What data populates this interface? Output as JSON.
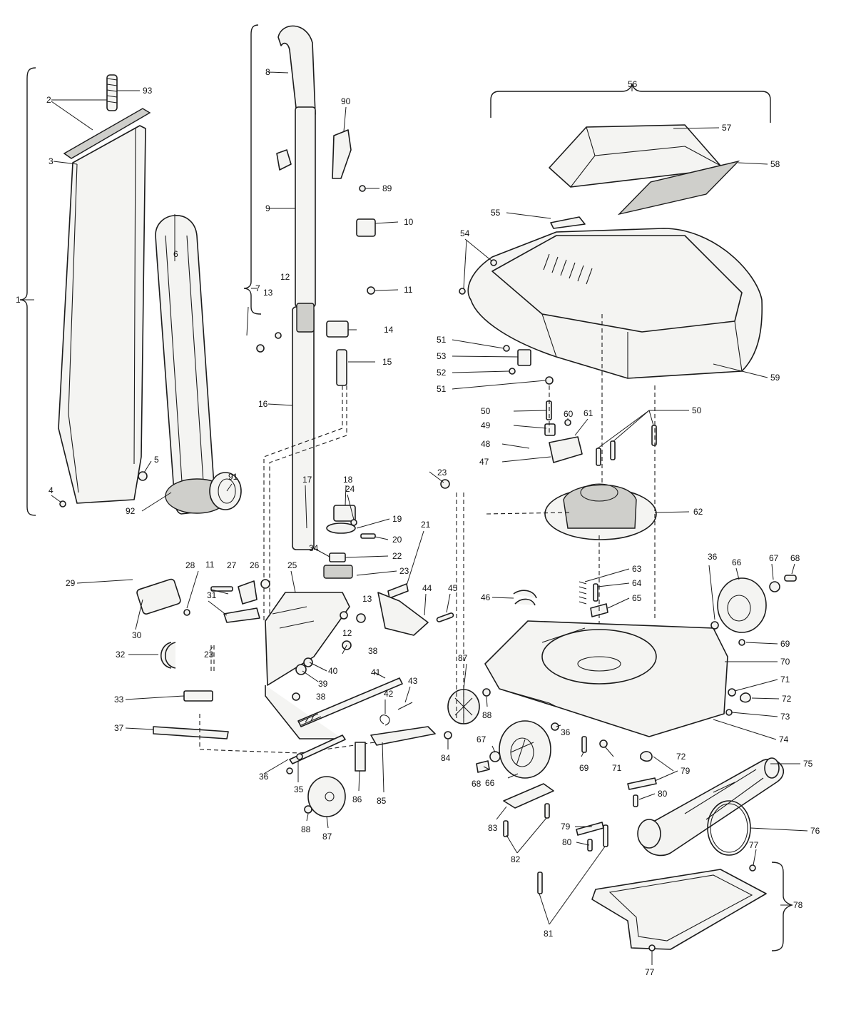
{
  "colors": {
    "line": "#1b1b1b",
    "part_fill": "#f4f4f2",
    "shade": "#cfcfcb",
    "background": "#ffffff"
  },
  "callouts": [
    {
      "id": "c1",
      "label": "1"
    },
    {
      "id": "c2",
      "label": "2"
    },
    {
      "id": "c3",
      "label": "3"
    },
    {
      "id": "c4",
      "label": "4"
    },
    {
      "id": "c5",
      "label": "5"
    },
    {
      "id": "c6",
      "label": "6"
    },
    {
      "id": "c7",
      "label": "7"
    },
    {
      "id": "c8",
      "label": "8"
    },
    {
      "id": "c9",
      "label": "9"
    },
    {
      "id": "c10",
      "label": "10"
    },
    {
      "id": "c11a",
      "label": "11"
    },
    {
      "id": "c11b",
      "label": "11"
    },
    {
      "id": "c12a",
      "label": "12"
    },
    {
      "id": "c12b",
      "label": "12"
    },
    {
      "id": "c13a",
      "label": "13"
    },
    {
      "id": "c13b",
      "label": "13"
    },
    {
      "id": "c14",
      "label": "14"
    },
    {
      "id": "c15",
      "label": "15"
    },
    {
      "id": "c16",
      "label": "16"
    },
    {
      "id": "c17",
      "label": "17"
    },
    {
      "id": "c18",
      "label": "18"
    },
    {
      "id": "c19",
      "label": "19"
    },
    {
      "id": "c20",
      "label": "20"
    },
    {
      "id": "c21",
      "label": "21"
    },
    {
      "id": "c22",
      "label": "22"
    },
    {
      "id": "c23a",
      "label": "23"
    },
    {
      "id": "c23b",
      "label": "23"
    },
    {
      "id": "c23c",
      "label": "23"
    },
    {
      "id": "c24",
      "label": "24"
    },
    {
      "id": "c25",
      "label": "25"
    },
    {
      "id": "c26",
      "label": "26"
    },
    {
      "id": "c27",
      "label": "27"
    },
    {
      "id": "c28",
      "label": "28"
    },
    {
      "id": "c29",
      "label": "29"
    },
    {
      "id": "c30",
      "label": "30"
    },
    {
      "id": "c31",
      "label": "31"
    },
    {
      "id": "c32",
      "label": "32"
    },
    {
      "id": "c33",
      "label": "33"
    },
    {
      "id": "c34",
      "label": "34"
    },
    {
      "id": "c35",
      "label": "35"
    },
    {
      "id": "c36a",
      "label": "36"
    },
    {
      "id": "c36b",
      "label": "36"
    },
    {
      "id": "c36c",
      "label": "36"
    },
    {
      "id": "c37",
      "label": "37"
    },
    {
      "id": "c38a",
      "label": "38"
    },
    {
      "id": "c38b",
      "label": "38"
    },
    {
      "id": "c39",
      "label": "39"
    },
    {
      "id": "c40",
      "label": "40"
    },
    {
      "id": "c41",
      "label": "41"
    },
    {
      "id": "c42",
      "label": "42"
    },
    {
      "id": "c43",
      "label": "43"
    },
    {
      "id": "c44",
      "label": "44"
    },
    {
      "id": "c45",
      "label": "45"
    },
    {
      "id": "c46",
      "label": "46"
    },
    {
      "id": "c47",
      "label": "47"
    },
    {
      "id": "c48",
      "label": "48"
    },
    {
      "id": "c49",
      "label": "49"
    },
    {
      "id": "c50a",
      "label": "50"
    },
    {
      "id": "c50b",
      "label": "50"
    },
    {
      "id": "c51a",
      "label": "51"
    },
    {
      "id": "c51b",
      "label": "51"
    },
    {
      "id": "c52",
      "label": "52"
    },
    {
      "id": "c53",
      "label": "53"
    },
    {
      "id": "c54",
      "label": "54"
    },
    {
      "id": "c55",
      "label": "55"
    },
    {
      "id": "c56",
      "label": "56"
    },
    {
      "id": "c57",
      "label": "57"
    },
    {
      "id": "c58",
      "label": "58"
    },
    {
      "id": "c59",
      "label": "59"
    },
    {
      "id": "c60",
      "label": "60"
    },
    {
      "id": "c61",
      "label": "61"
    },
    {
      "id": "c62",
      "label": "62"
    },
    {
      "id": "c63",
      "label": "63"
    },
    {
      "id": "c64",
      "label": "64"
    },
    {
      "id": "c65",
      "label": "65"
    },
    {
      "id": "c66a",
      "label": "66"
    },
    {
      "id": "c66b",
      "label": "66"
    },
    {
      "id": "c67a",
      "label": "67"
    },
    {
      "id": "c67b",
      "label": "67"
    },
    {
      "id": "c68a",
      "label": "68"
    },
    {
      "id": "c68b",
      "label": "68"
    },
    {
      "id": "c69a",
      "label": "69"
    },
    {
      "id": "c69b",
      "label": "69"
    },
    {
      "id": "c70",
      "label": "70"
    },
    {
      "id": "c71a",
      "label": "71"
    },
    {
      "id": "c71b",
      "label": "71"
    },
    {
      "id": "c72a",
      "label": "72"
    },
    {
      "id": "c72b",
      "label": "72"
    },
    {
      "id": "c73",
      "label": "73"
    },
    {
      "id": "c74",
      "label": "74"
    },
    {
      "id": "c75",
      "label": "75"
    },
    {
      "id": "c76",
      "label": "76"
    },
    {
      "id": "c77a",
      "label": "77"
    },
    {
      "id": "c77b",
      "label": "77"
    },
    {
      "id": "c78",
      "label": "78"
    },
    {
      "id": "c79a",
      "label": "79"
    },
    {
      "id": "c79b",
      "label": "79"
    },
    {
      "id": "c80a",
      "label": "80"
    },
    {
      "id": "c80b",
      "label": "80"
    },
    {
      "id": "c81",
      "label": "81"
    },
    {
      "id": "c82",
      "label": "82"
    },
    {
      "id": "c83",
      "label": "83"
    },
    {
      "id": "c84",
      "label": "84"
    },
    {
      "id": "c85",
      "label": "85"
    },
    {
      "id": "c86",
      "label": "86"
    },
    {
      "id": "c87a",
      "label": "87"
    },
    {
      "id": "c87b",
      "label": "87"
    },
    {
      "id": "c88a",
      "label": "88"
    },
    {
      "id": "c88b",
      "label": "88"
    },
    {
      "id": "c89",
      "label": "89"
    },
    {
      "id": "c90",
      "label": "90"
    },
    {
      "id": "c91",
      "label": "91"
    },
    {
      "id": "c92",
      "label": "92"
    },
    {
      "id": "c93",
      "label": "93"
    }
  ]
}
